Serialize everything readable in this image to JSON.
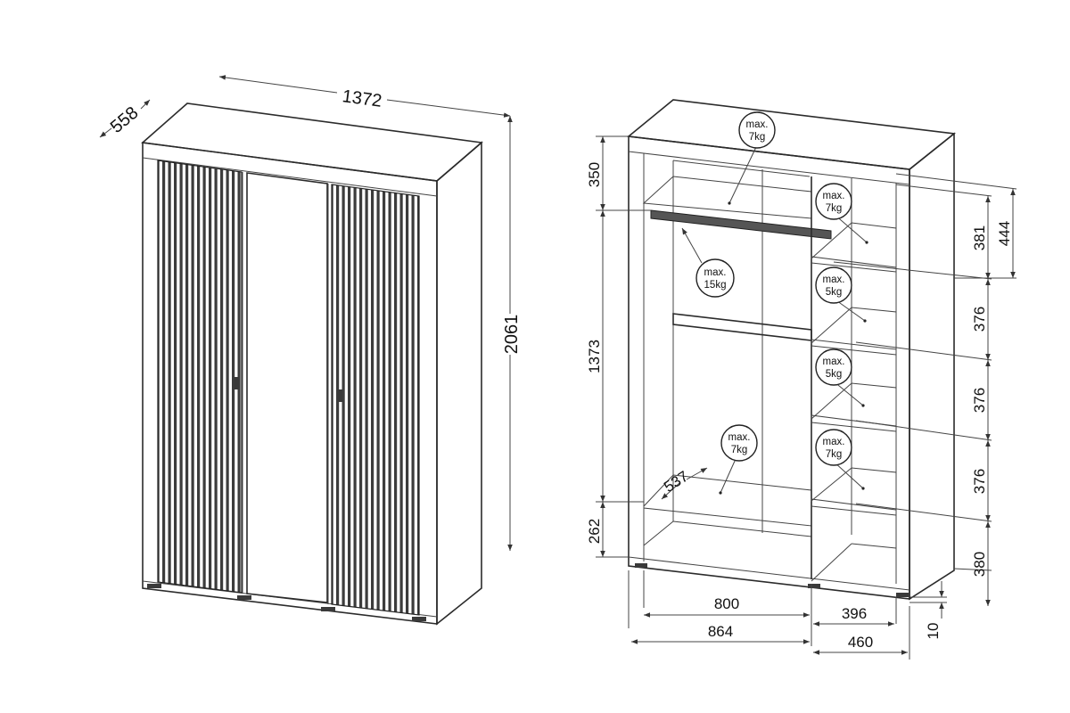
{
  "front_view": {
    "width": "1372",
    "depth": "558",
    "height": "2061"
  },
  "interior_view": {
    "left_dims": [
      "350",
      "1373",
      "262"
    ],
    "right_dims": [
      "381",
      "376",
      "376",
      "376",
      "380"
    ],
    "outer_right_dim": "444",
    "foot_dim": "10",
    "bottom_dims": [
      "800",
      "864",
      "396",
      "460"
    ],
    "depth_dim": "537",
    "load_labels": [
      {
        "line1": "max.",
        "line2": "7kg"
      },
      {
        "line1": "max.",
        "line2": "7kg"
      },
      {
        "line1": "max.",
        "line2": "15kg"
      },
      {
        "line1": "max.",
        "line2": "5kg"
      },
      {
        "line1": "max.",
        "line2": "5kg"
      },
      {
        "line1": "max.",
        "line2": "7kg"
      },
      {
        "line1": "max.",
        "line2": "7kg"
      }
    ]
  }
}
